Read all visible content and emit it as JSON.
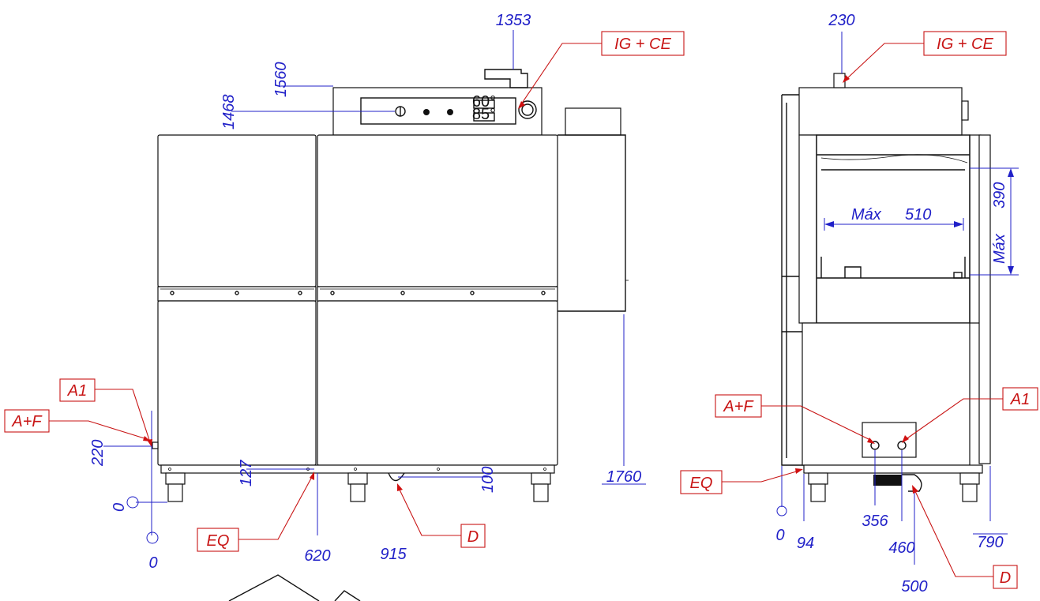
{
  "labels": {
    "ig_ce": "IG + CE",
    "a1": "A1",
    "a_f": "A+F",
    "eq": "EQ",
    "d": "D"
  },
  "front_view": {
    "height_dims": {
      "d1560": "1560",
      "d1468": "1468",
      "d220": "220",
      "d127": "127",
      "d100": "100"
    },
    "width_dims": {
      "d1353": "1353",
      "d0_left": "0",
      "d0_bottom": "0",
      "d620": "620",
      "d915": "915",
      "d1760": "1760"
    },
    "panel_display_top": "60°",
    "panel_display_bottom": "85°"
  },
  "side_view": {
    "dims": {
      "d230": "230",
      "d390": "390",
      "max_label": "Máx",
      "d510": "510",
      "d0": "0",
      "d94": "94",
      "d356": "356",
      "d460": "460",
      "d500": "500",
      "d790": "790"
    }
  },
  "colors": {
    "dimension": "#2020c8",
    "label": "#c81414",
    "outline": "#111111"
  }
}
